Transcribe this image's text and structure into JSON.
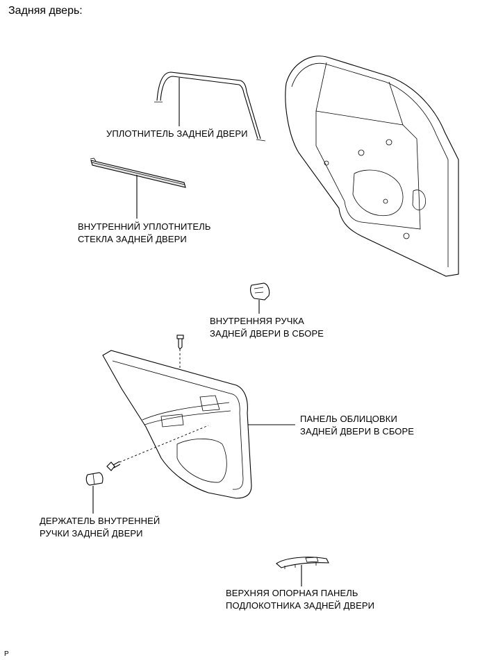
{
  "header": {
    "title": "Задняя дверь:"
  },
  "labels": {
    "seal": [
      "УПЛОТНИТЕЛЬ ЗАДНЕЙ ДВЕРИ"
    ],
    "glass_seal": [
      "ВНУТРЕННИЙ УПЛОТНИТЕЛЬ",
      "СТЕКЛА ЗАДНЕЙ ДВЕРИ"
    ],
    "inner_handle": [
      "ВНУТРЕННЯЯ РУЧКА",
      "ЗАДНЕЙ ДВЕРИ В СБОРЕ"
    ],
    "trim_panel": [
      "ПАНЕЛЬ ОБЛИЦОВКИ",
      "ЗАДНЕЙ ДВЕРИ В СБОРЕ"
    ],
    "handle_holder": [
      "ДЕРЖАТЕЛЬ ВНУТРЕННЕЙ",
      "РУЧКИ ЗАДНЕЙ ДВЕРИ"
    ],
    "armrest_panel": [
      "ВЕРХНЯЯ ОПОРНАЯ ПАНЕЛЬ",
      "ПОДЛОКОТНИКА ЗАДНЕЙ ДВЕРИ"
    ]
  },
  "footer": {
    "code": "P"
  }
}
